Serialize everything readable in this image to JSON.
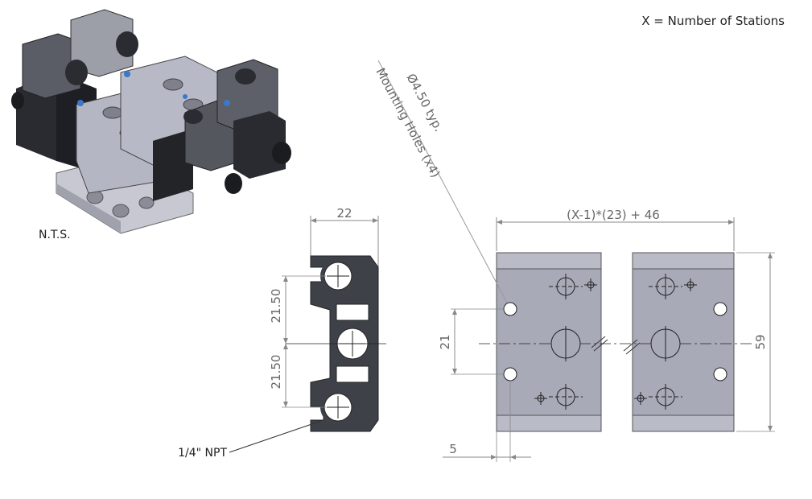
{
  "header": {
    "note": "X = Number of Stations"
  },
  "render_note": {
    "scale_note": "N.T.S."
  },
  "side_view": {
    "width_label": "22",
    "upper_pitch_label": "21.50",
    "lower_pitch_label": "21.50",
    "port_label": "1/4\" NPT"
  },
  "top_view": {
    "length_label": "(X-1)*(23) + 46",
    "height_label": "59",
    "hole_spacing_label": "21",
    "edge_offset_label": "5",
    "hole_callout_line1": "Ø4.50  typ.",
    "hole_callout_line2": "Mounting Holes (x4)"
  },
  "colors": {
    "part_fill": "#a8aab8",
    "part_dark": "#3d3f47",
    "edge_band": "#b9bbc6",
    "dim_line": "#888888"
  }
}
